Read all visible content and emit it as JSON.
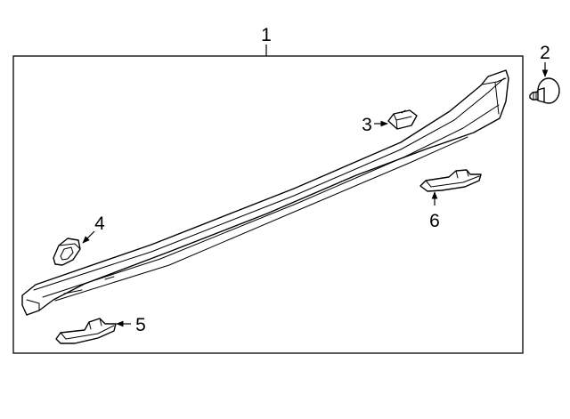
{
  "callouts": {
    "part_1": "1",
    "part_2": "2",
    "part_3": "3",
    "part_4": "4",
    "part_5": "5",
    "part_6": "6"
  },
  "parts": [
    {
      "callout": "1",
      "icon": "rocker-molding"
    },
    {
      "callout": "2",
      "icon": "push-pin-retainer"
    },
    {
      "callout": "3",
      "icon": "clip"
    },
    {
      "callout": "4",
      "icon": "front-bracket"
    },
    {
      "callout": "5",
      "icon": "lower-molding-end"
    },
    {
      "callout": "6",
      "icon": "rear-molding-end"
    }
  ]
}
